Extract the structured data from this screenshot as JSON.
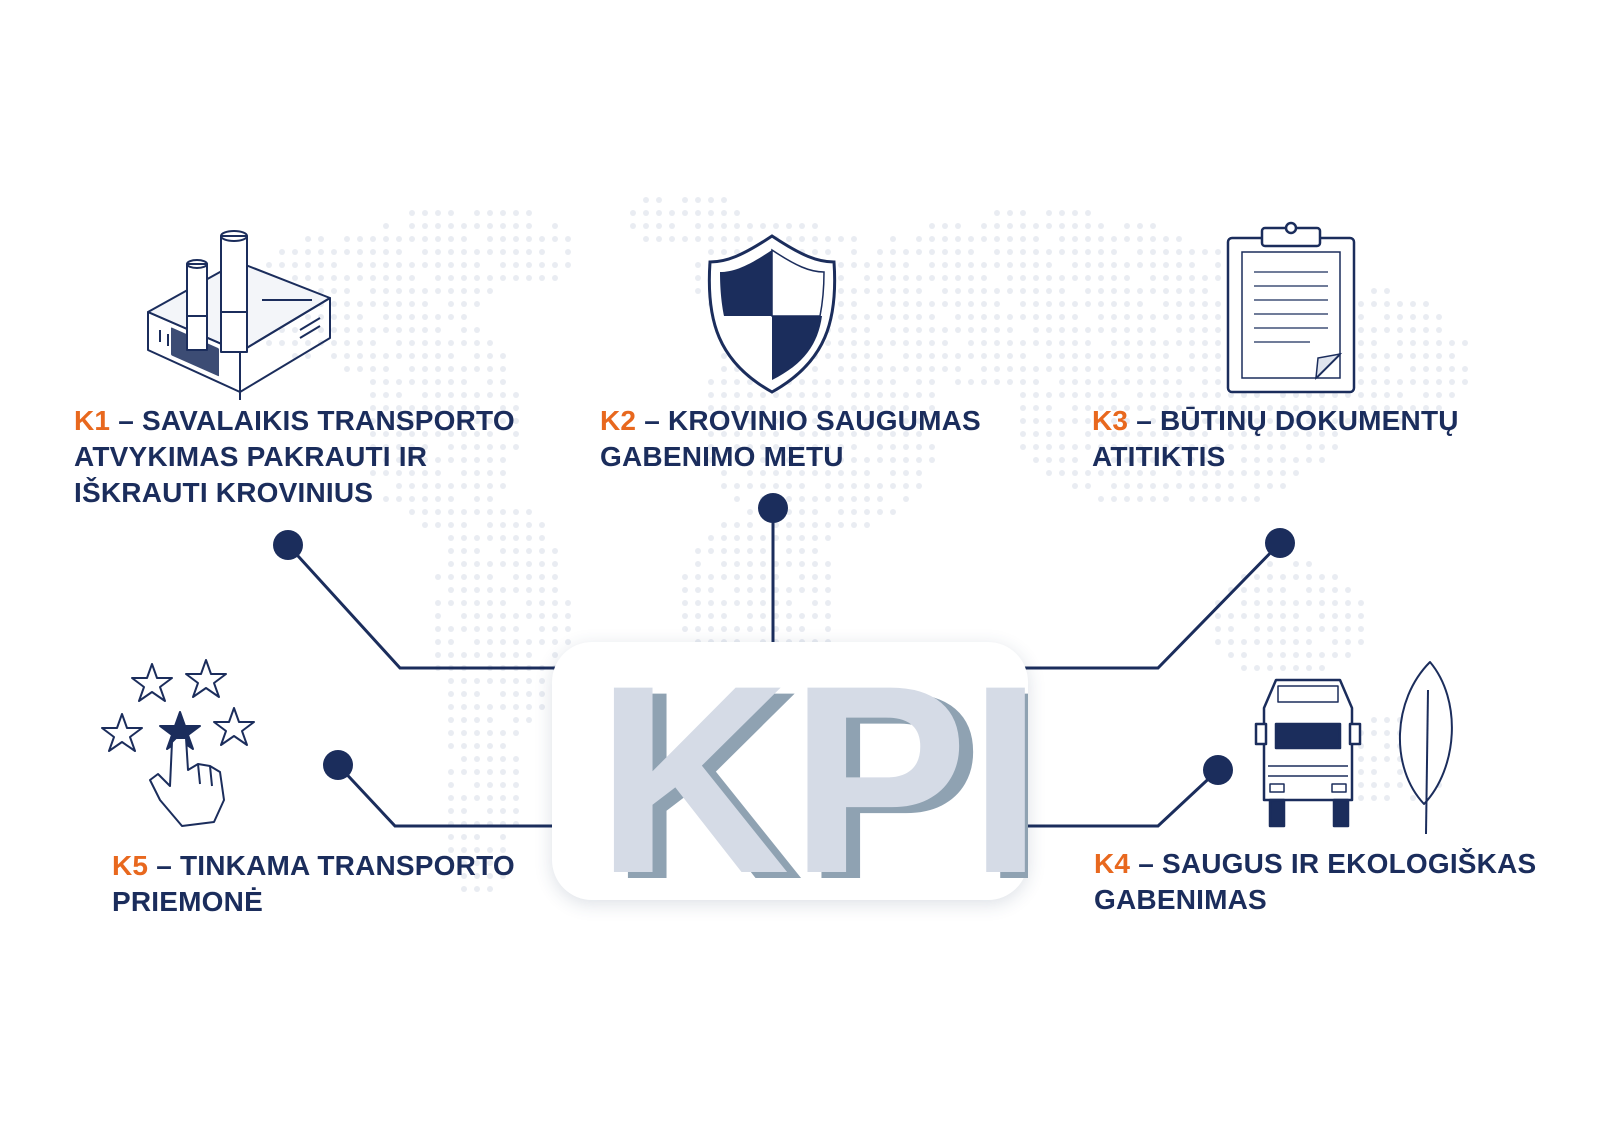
{
  "center": {
    "text": "KPI"
  },
  "items": [
    {
      "code": "K1",
      "text_lines": [
        "– SAVALAIKIS TRANSPORTO",
        "ATVYKIMAS PAKRAUTI IR",
        "IŠKRAUTI KROVINIUS"
      ],
      "icon": "factory-icon"
    },
    {
      "code": "K2",
      "text_lines": [
        "– KROVINIO SAUGUMAS",
        "GABENIMO METU"
      ],
      "icon": "shield-icon"
    },
    {
      "code": "K3",
      "text_lines": [
        "– BŪTINŲ DOKUMENTŲ",
        "ATITIKTIS"
      ],
      "icon": "clipboard-icon"
    },
    {
      "code": "K4",
      "text_lines": [
        "– SAUGUS IR EKOLOGIŠKAS",
        "GABENIMAS"
      ],
      "icon": "truck-and-leaf-icon"
    },
    {
      "code": "K5",
      "text_lines": [
        "– TINKAMA TRANSPORTO",
        "PRIEMONĖ"
      ],
      "icon": "star-rating-hand-icon"
    }
  ],
  "colors": {
    "navy": "#1b2d5c",
    "accent": "#e8681e",
    "kpi_face": "#d5dbe6",
    "kpi_shade": "#8fa2b2",
    "map_dots": "#e9ecf2"
  }
}
